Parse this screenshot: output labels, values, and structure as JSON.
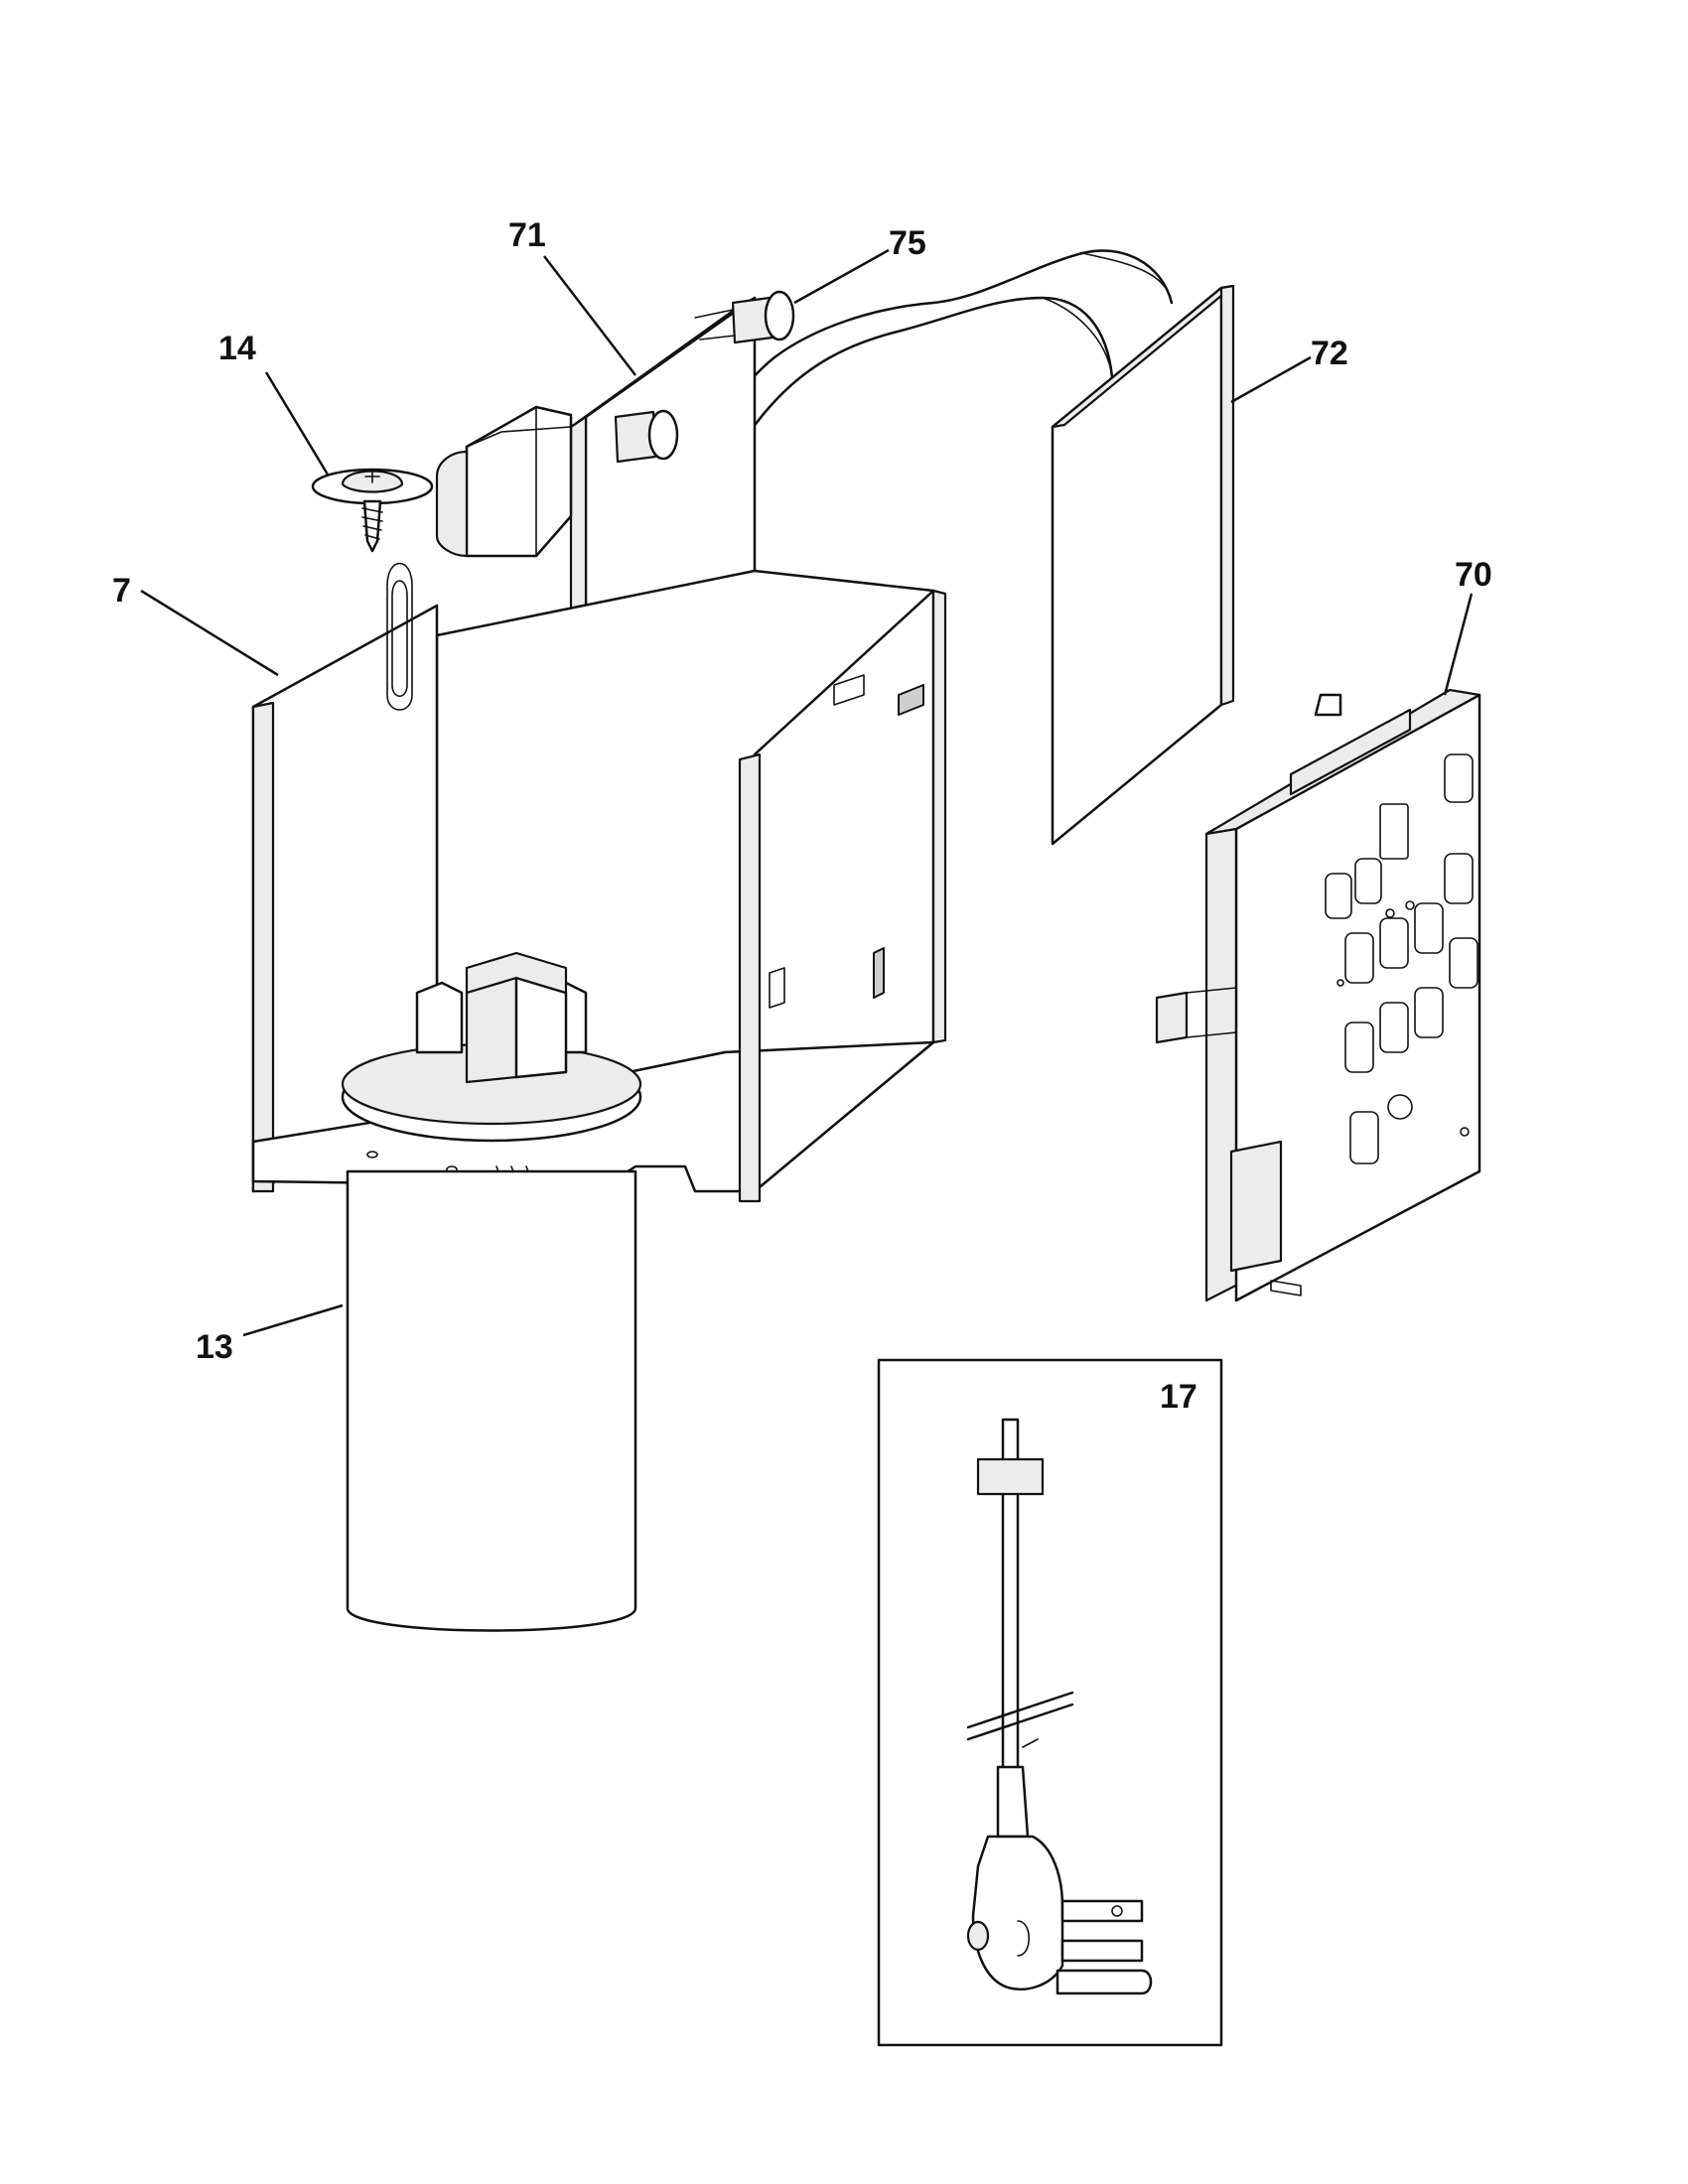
{
  "diagram": {
    "callouts": [
      {
        "id": "7",
        "label": "7"
      },
      {
        "id": "13",
        "label": "13"
      },
      {
        "id": "14",
        "label": "14"
      },
      {
        "id": "17",
        "label": "17"
      },
      {
        "id": "70",
        "label": "70"
      },
      {
        "id": "71",
        "label": "71"
      },
      {
        "id": "72",
        "label": "72"
      },
      {
        "id": "75",
        "label": "75"
      }
    ],
    "colors": {
      "line": "#111111",
      "background": "#ffffff"
    }
  }
}
